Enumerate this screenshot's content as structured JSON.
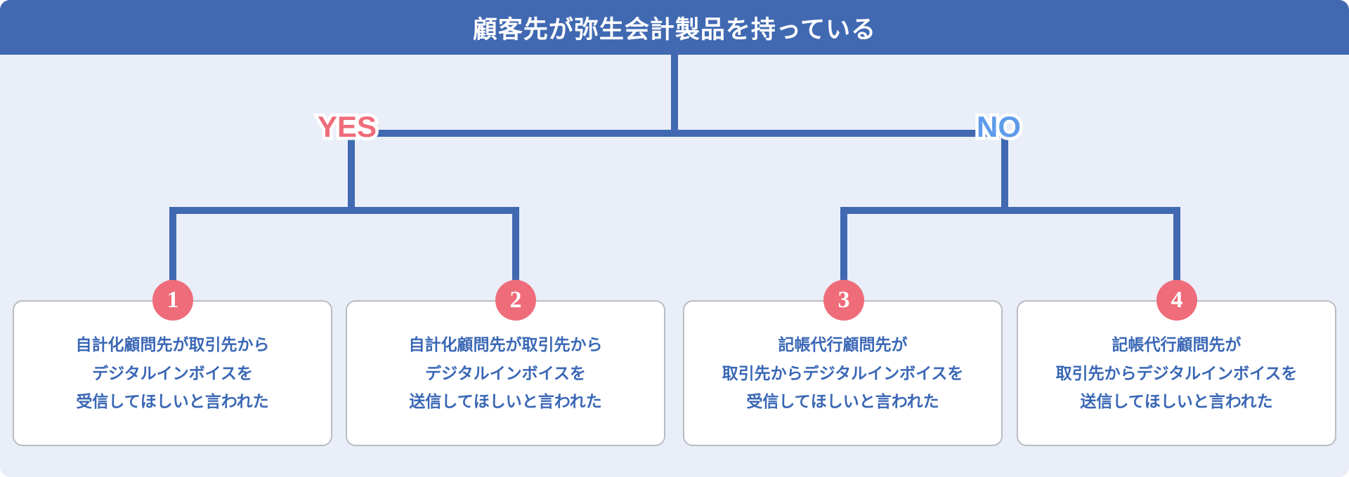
{
  "header": {
    "title": "顧客先が弥生会計製品を持っている",
    "background_color": "#4169b2",
    "text_color": "#ffffff"
  },
  "canvas": {
    "background_color": "#e9eef8",
    "line_color": "#4169b2"
  },
  "branches": [
    {
      "label": "YES",
      "color": "#ef6c7a"
    },
    {
      "label": "NO",
      "color": "#5e9bea"
    }
  ],
  "cards": [
    {
      "badge": "1",
      "badge_color": "#ef6c7a",
      "text": "自計化顧問先が取引先から\nデジタルインボイスを\n受信してほしいと言われた",
      "branch": "YES"
    },
    {
      "badge": "2",
      "badge_color": "#ef6c7a",
      "text": "自計化顧問先が取引先から\nデジタルインボイスを\n送信してほしいと言われた",
      "branch": "YES"
    },
    {
      "badge": "3",
      "badge_color": "#ef6c7a",
      "text": "記帳代行顧問先が\n取引先からデジタルインボイスを\n受信してほしいと言われた",
      "branch": "NO"
    },
    {
      "badge": "4",
      "badge_color": "#ef6c7a",
      "text": "記帳代行顧問先が\n取引先からデジタルインボイスを\n送信してほしいと言われた",
      "branch": "NO"
    }
  ]
}
